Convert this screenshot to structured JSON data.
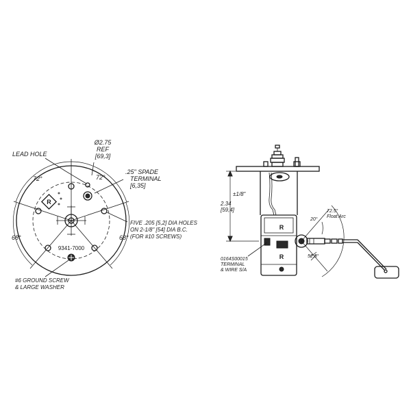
{
  "left_view": {
    "lead_hole": "LEAD HOLE",
    "diameter_line1": "Ø2.75",
    "diameter_line2": "REF",
    "diameter_line3": "[69,3]",
    "spade_line1": ".25\" SPADE",
    "spade_line2": "TERMINAL",
    "spade_line3": "[6,35]",
    "angle_top_left": "72°",
    "angle_top_right": "72°",
    "angle_bottom_left": "68°",
    "angle_bottom_right": "68°",
    "holes_line1": "FIVE .205 [5,2] DIA HOLES",
    "holes_line2": "ON 2-1/8\" [54] DIA B.C.",
    "holes_line3": "(FOR #10 SCREWS)",
    "part_number": "9341-7000",
    "ground_line1": "#6 GROUND SCREW",
    "ground_line2": "& LARGE WASHER"
  },
  "right_view": {
    "tolerance": "±1/8\"",
    "height_line1": "2.34",
    "height_line2": "[59,4]",
    "terminal_line1": "0164S00015",
    "terminal_line2": "TERMINAL",
    "terminal_line3": "& WIRE S/A",
    "angle_small": "20°",
    "float_arc_value": "72.5°",
    "float_arc_label": "Float Arc",
    "angle_lower": "52.5°"
  }
}
